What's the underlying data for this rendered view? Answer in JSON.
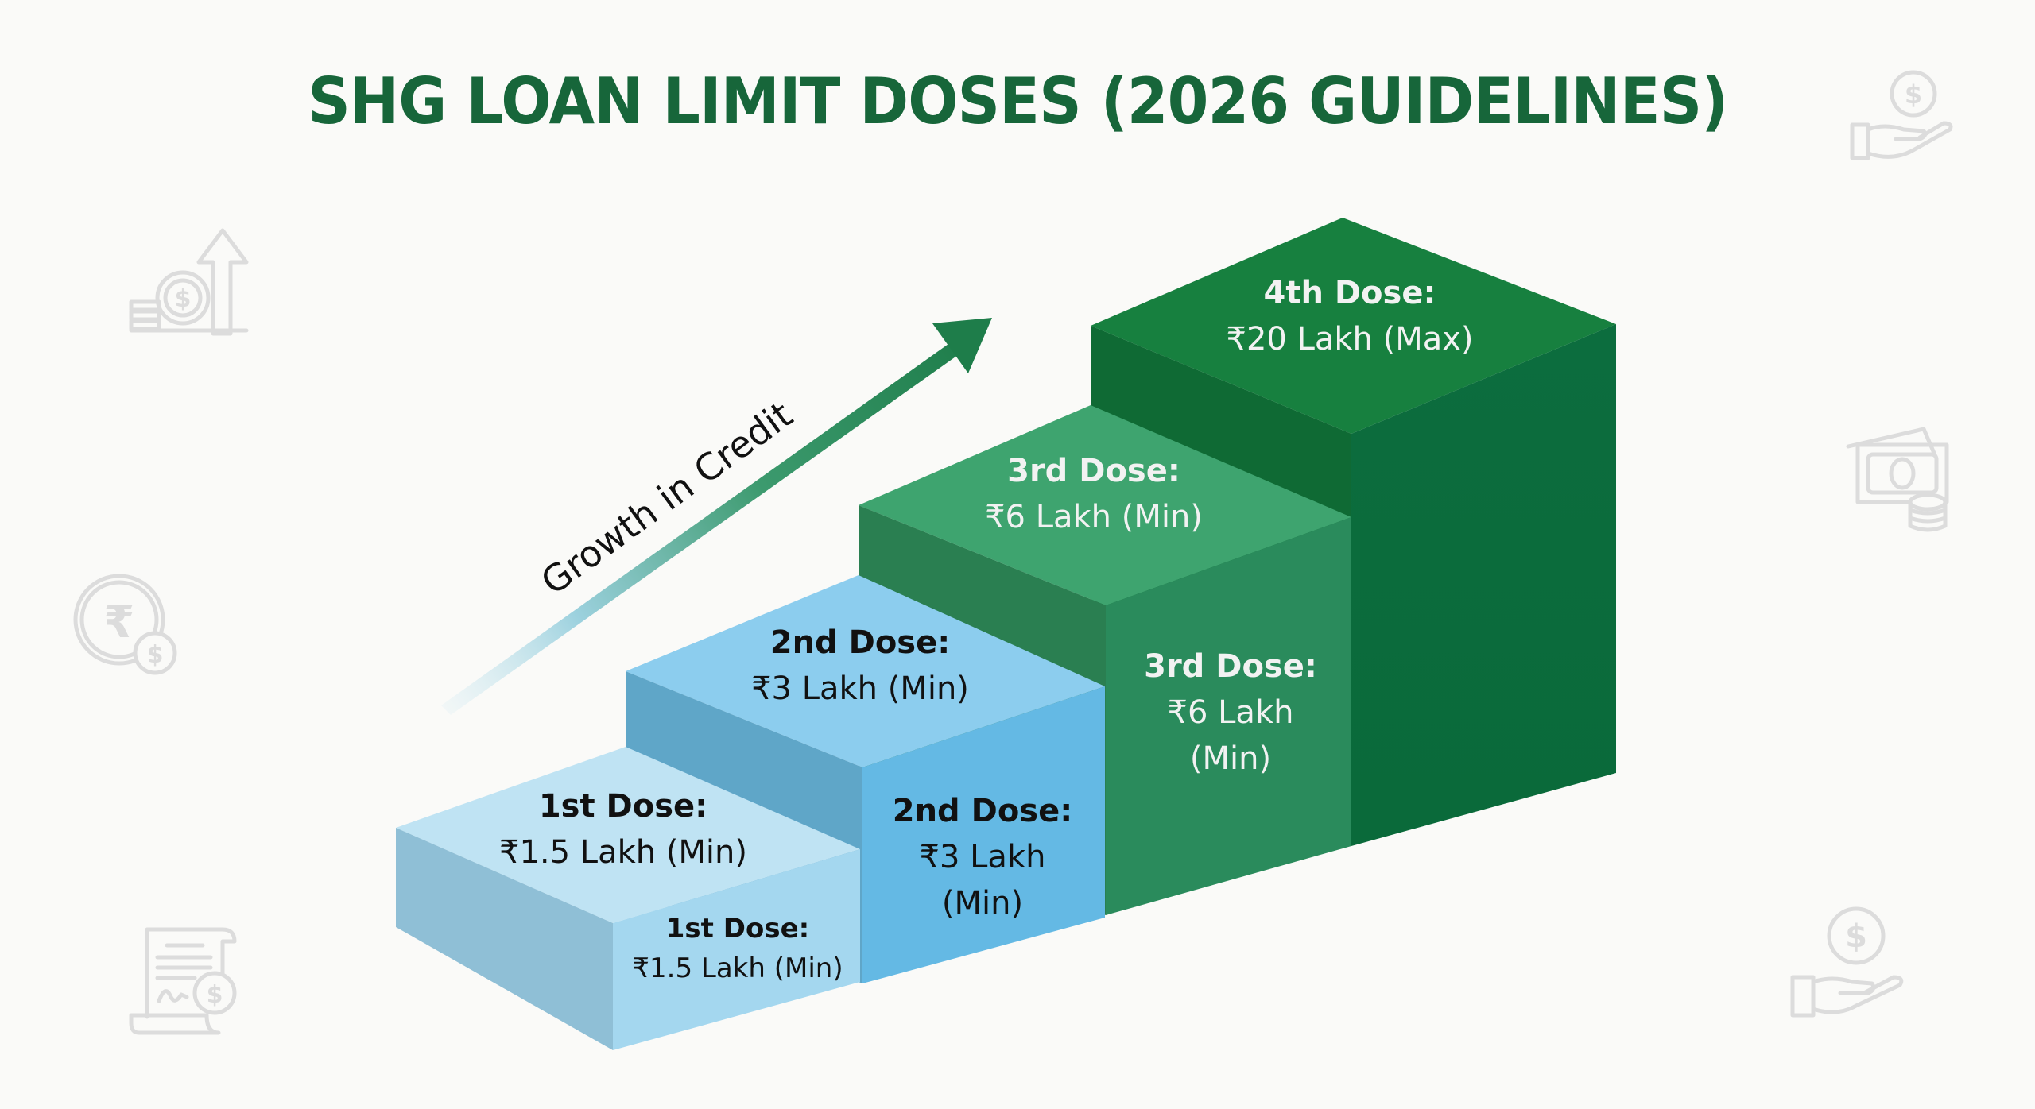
{
  "title": "SHG LOAN LIMIT DOSES (2026 GUIDELINES)",
  "arrow": {
    "label": "Growth in Credit",
    "color": "#1e7d4a"
  },
  "doses": [
    {
      "name": "1st Dose:",
      "amount": "₹1.5 Lakh (Min)",
      "front_name": "1st Dose:",
      "front_amount": "₹1.5 Lakh (Min)",
      "value_lakh": 1.5,
      "qualifier": "Min",
      "colors": {
        "top": "#bfe3f3",
        "left": "#8fbfd6",
        "front": "#a4d7ef"
      }
    },
    {
      "name": "2nd Dose:",
      "amount": "₹3 Lakh (Min)",
      "front_name": "2nd Dose:",
      "front_amount_line1": "₹3 Lakh",
      "front_amount_line2": "(Min)",
      "value_lakh": 3,
      "qualifier": "Min",
      "colors": {
        "top": "#8ccdee",
        "left": "#5fa6c8",
        "front": "#64b9e4"
      }
    },
    {
      "name": "3rd Dose:",
      "amount": "₹6 Lakh (Min)",
      "front_name": "3rd Dose:",
      "front_amount_line1": "₹6 Lakh",
      "front_amount_line2": "(Min)",
      "value_lakh": 6,
      "qualifier": "Min",
      "colors": {
        "top": "#3ea46f",
        "left": "#2a7f51",
        "front": "#2a8b5c"
      }
    },
    {
      "name": "4th Dose:",
      "amount": "₹20 Lakh (Max)",
      "value_lakh": 20,
      "qualifier": "Max",
      "colors": {
        "top": "#17803f",
        "left": "#0f6a34",
        "front": "#0b6a3e"
      }
    }
  ],
  "background_icons": [
    "money-growth-icon",
    "rupee-coin-icon",
    "loan-document-icon",
    "hand-coin-icon",
    "cash-coins-icon",
    "hand-coin-icon"
  ],
  "colors": {
    "title": "#17663a",
    "background": "#fafaf8",
    "dark_text": "#111111",
    "light_text": "#f2f2f2"
  }
}
